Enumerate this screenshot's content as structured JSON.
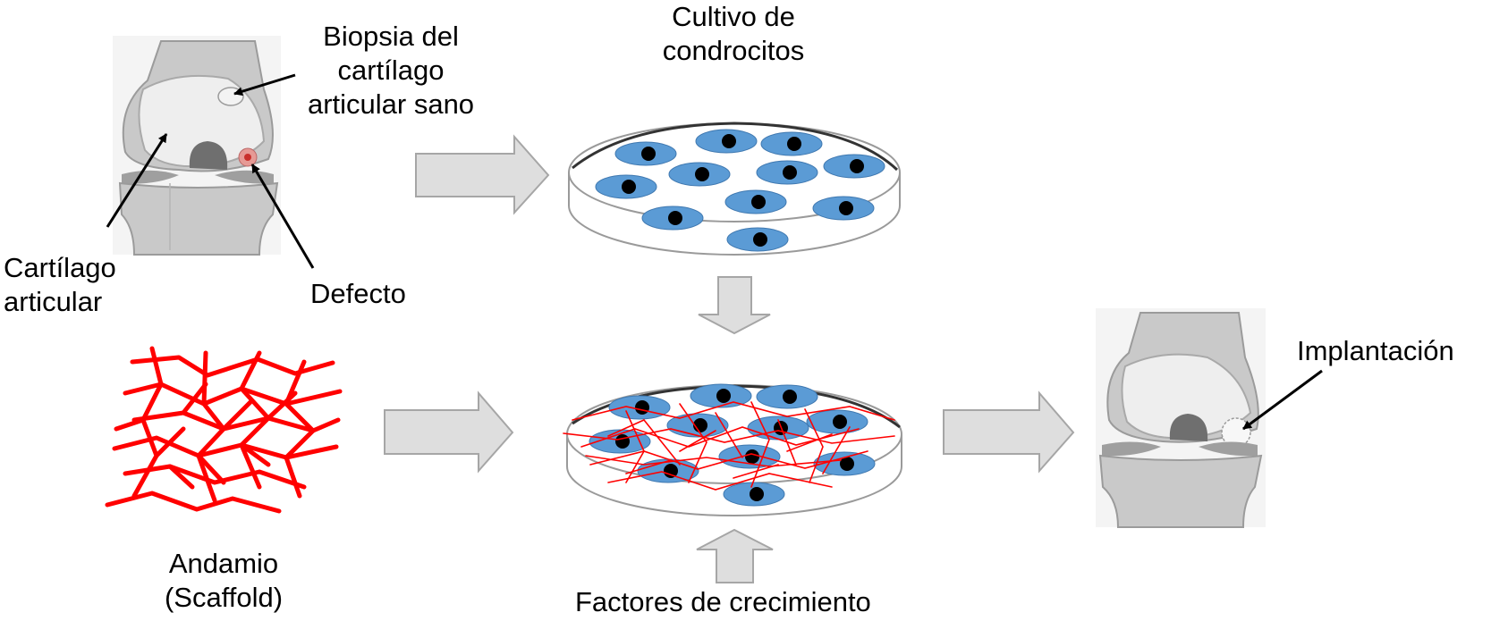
{
  "labels": {
    "biopsia": [
      "Biopsia del",
      "cartílago",
      "articular sano"
    ],
    "cultivo": [
      "Cultivo de",
      "condrocitos"
    ],
    "cartilago": [
      "Cartílago",
      "articular"
    ],
    "defecto": "Defecto",
    "andamio": [
      "Andamio",
      "(Scaffold)"
    ],
    "factores": "Factores de crecimiento",
    "implantacion": "Implantación"
  },
  "colors": {
    "scaffold": "#ff0000",
    "cell": "#5b9bd5",
    "nucleus": "#000000",
    "arrow_fill": "#dedede",
    "arrow_stroke": "#a6a6a6",
    "defect": "#d9534f"
  }
}
